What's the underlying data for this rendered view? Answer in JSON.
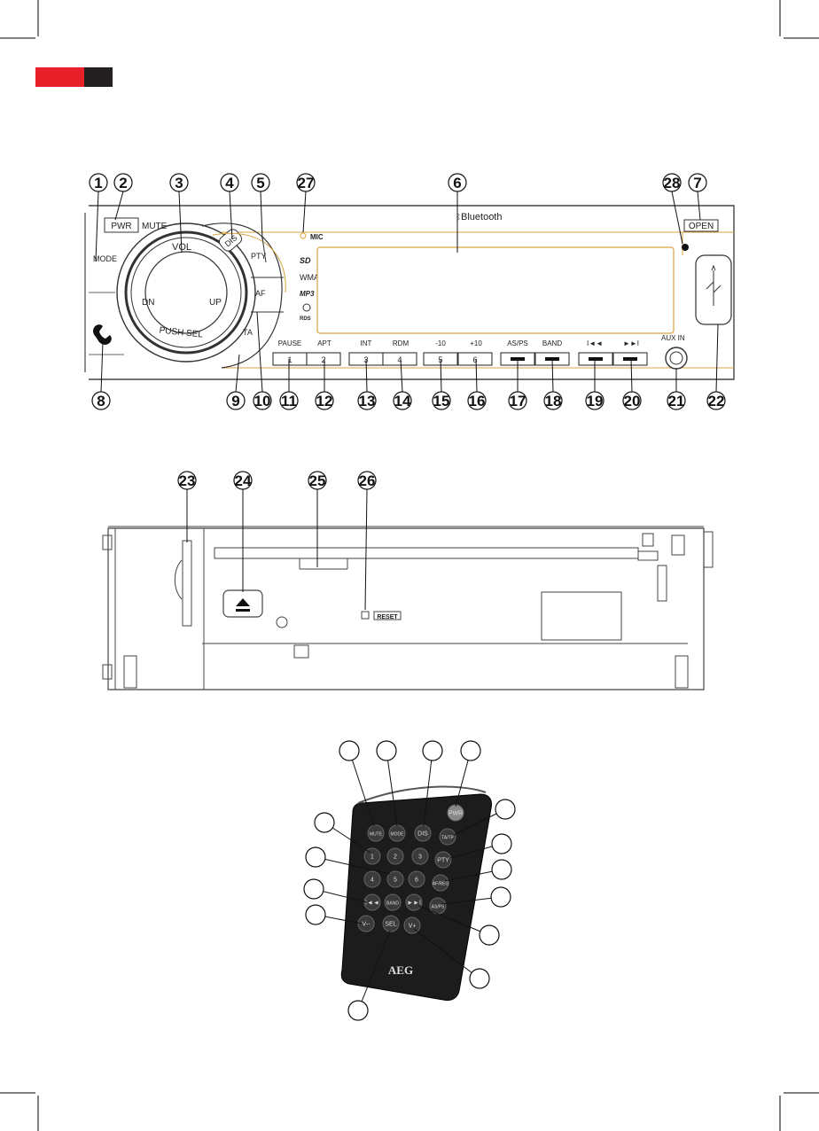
{
  "colors": {
    "accent_red": "#e8202a",
    "accent_dark": "#231f20",
    "display_outline": "#d9a441"
  },
  "panel": {
    "pwr": "PWR",
    "mute": "MUTE",
    "mode": "MODE",
    "vol": "VOL",
    "dn": "DN",
    "up": "UP",
    "push_sel": "PUSH SEL",
    "dis": "DIS",
    "pty": "PTY",
    "af": "AF",
    "ta": "TA",
    "mic": "MIC",
    "bluetooth": "Bluetooth",
    "open": "OPEN",
    "aux_in": "AUX IN",
    "sd": "SD",
    "wma": "WMA",
    "mp3": "MP3",
    "rds": "RDS",
    "preset_labels": [
      "PAUSE",
      "APT",
      "INT",
      "RDM",
      "-10",
      "+10",
      "AS/PS",
      "BAND"
    ],
    "preset_keys": [
      "1",
      "2",
      "3",
      "4",
      "5",
      "6"
    ],
    "prev_label": "I◄◄",
    "next_label": "►►I"
  },
  "callouts_top": [
    "1",
    "2",
    "3",
    "4",
    "5",
    "27",
    "6",
    "28",
    "7"
  ],
  "callouts_bottom": [
    "8",
    "9",
    "10",
    "11",
    "12",
    "13",
    "14",
    "15",
    "16",
    "17",
    "18",
    "19",
    "20",
    "21",
    "22"
  ],
  "callouts_chassis": [
    "23",
    "24",
    "25",
    "26"
  ],
  "chassis": {
    "reset": "RESET"
  },
  "remote": {
    "brand": "AEG",
    "buttons": [
      "MUTE",
      "MODE",
      "DIS",
      "PWR",
      "TA/TP",
      "1",
      "2",
      "3",
      "PTY",
      "4",
      "5",
      "6",
      "AF/REG",
      "I◄◄",
      "BAND",
      "►►I",
      "AS/PS",
      "V--",
      "SEL",
      "V+"
    ]
  }
}
